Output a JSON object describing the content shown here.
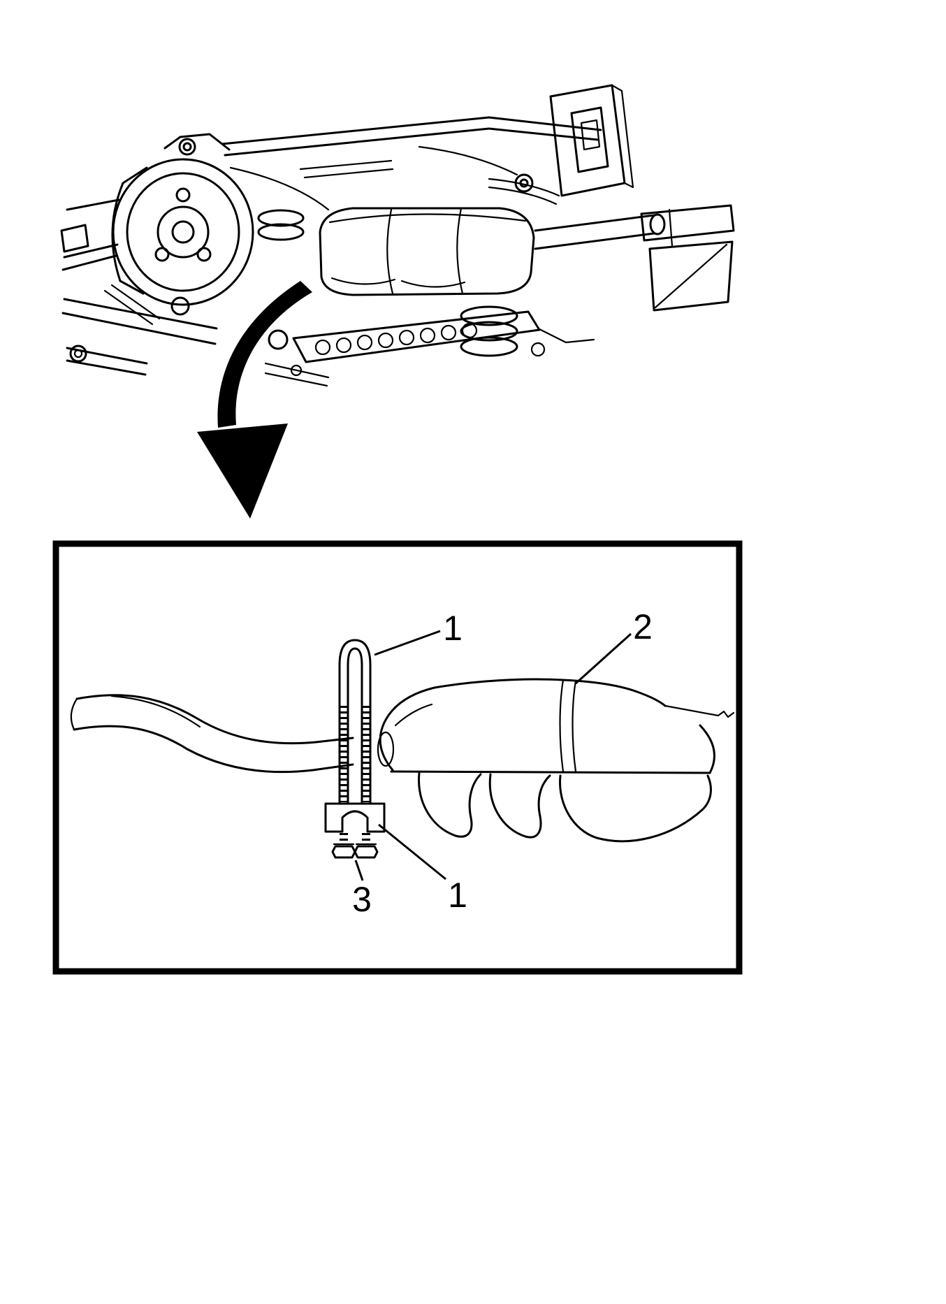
{
  "diagram": {
    "callouts": [
      {
        "label": "1",
        "target": "u-bolt-clamp-top"
      },
      {
        "label": "2",
        "target": "muffler-body"
      },
      {
        "label": "3",
        "target": "clamp-nut"
      },
      {
        "label": "1",
        "target": "u-bolt-clamp-bottom"
      }
    ],
    "colors": {
      "line": "#000000",
      "background": "#ffffff"
    }
  }
}
